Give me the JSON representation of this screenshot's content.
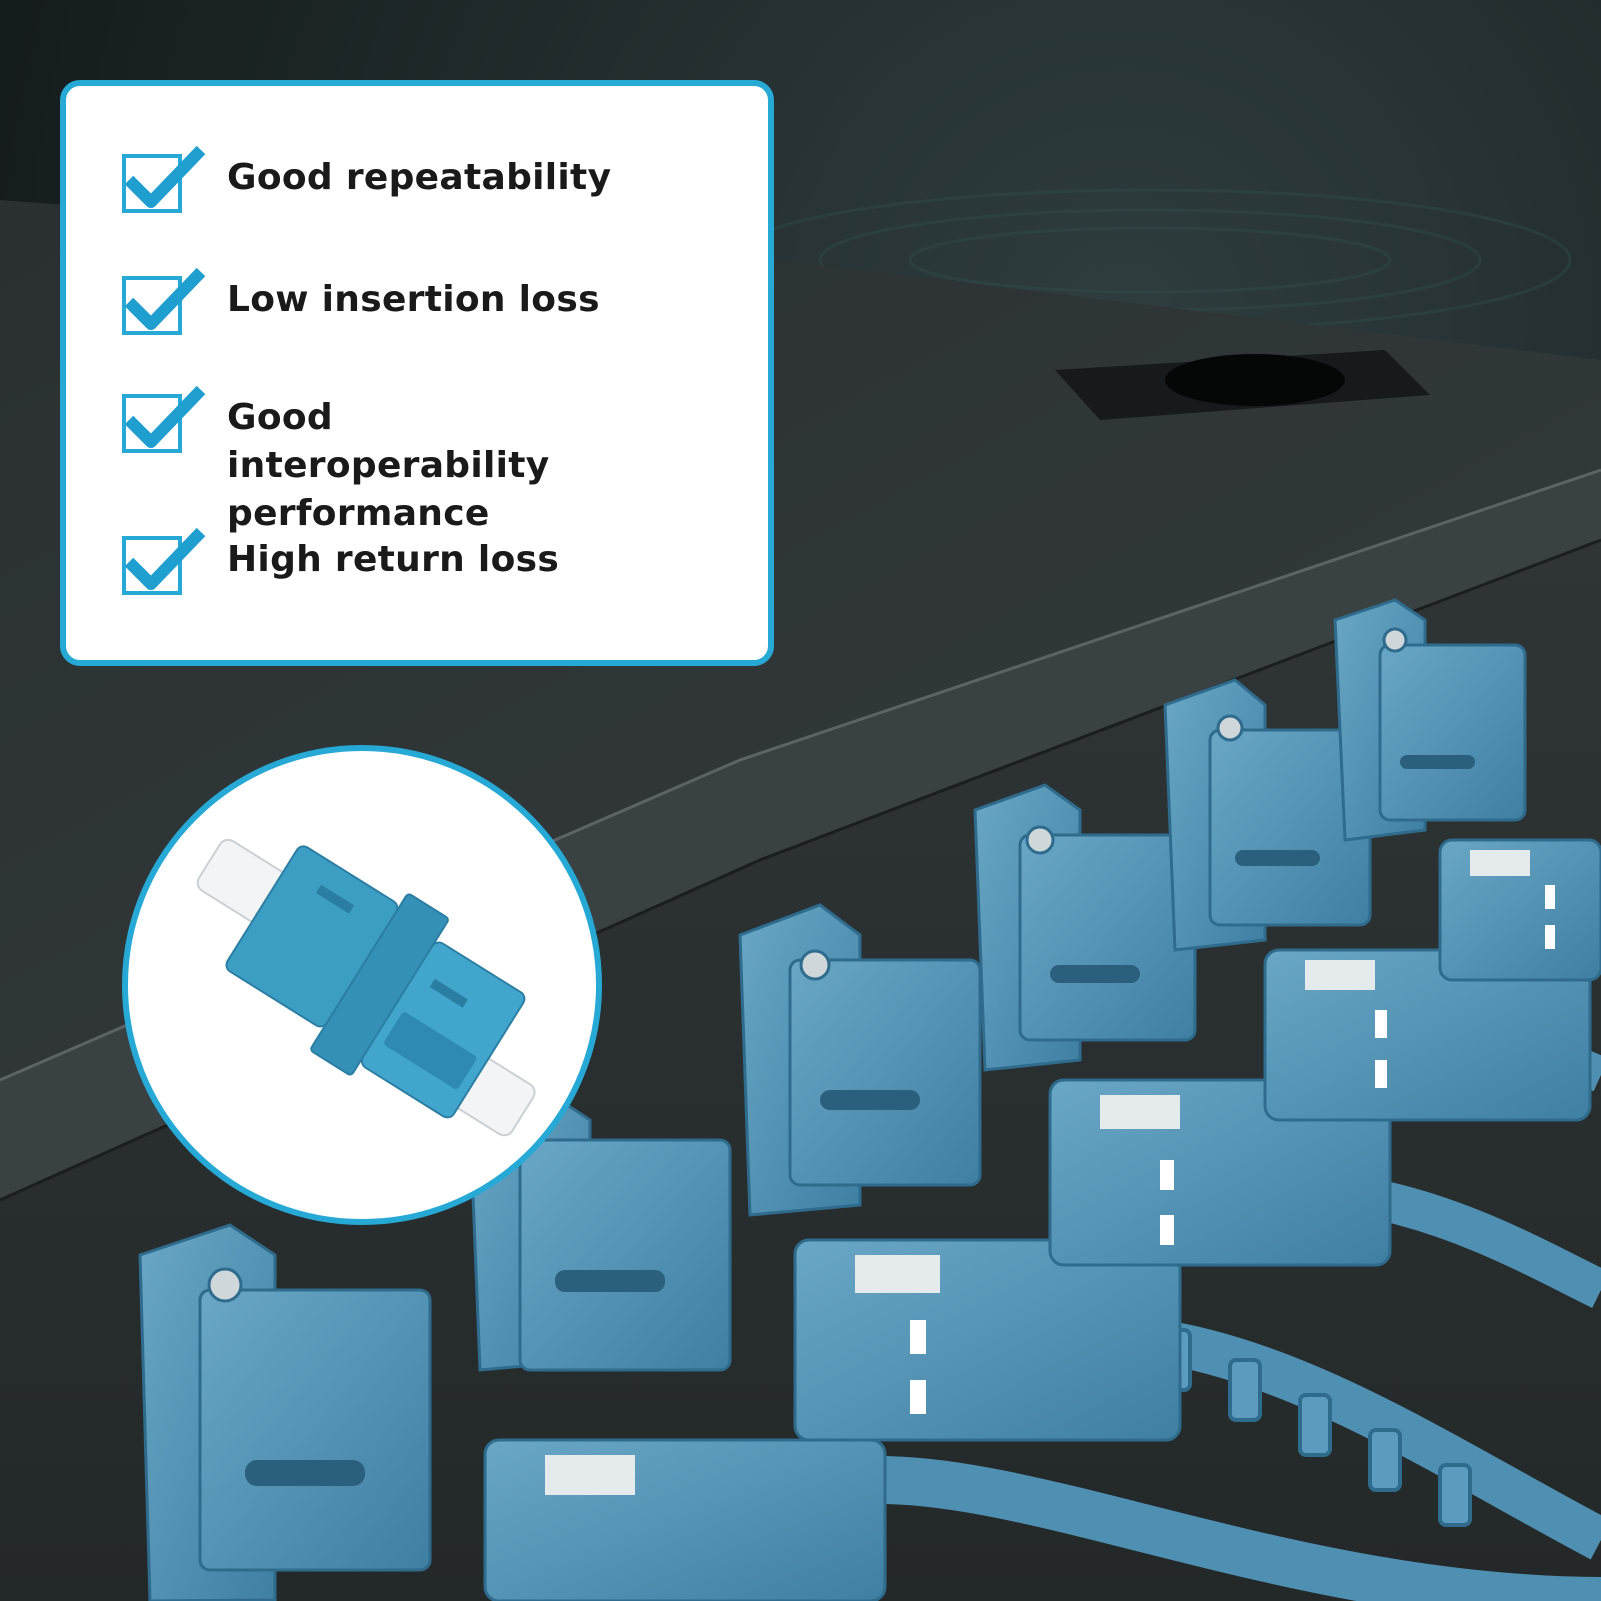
{
  "features": [
    {
      "label": "Good repeatability"
    },
    {
      "label": "Low insertion loss"
    },
    {
      "label": "Good interoperability performance"
    },
    {
      "label": "High return loss"
    }
  ],
  "colors": {
    "accent": "#27a9d6",
    "connector_blue": "#5d9dbd",
    "panel": "#2c3233",
    "background": "#1d2426"
  },
  "icons": [
    "checkbox-check-icon",
    "lc-adapter-icon"
  ]
}
